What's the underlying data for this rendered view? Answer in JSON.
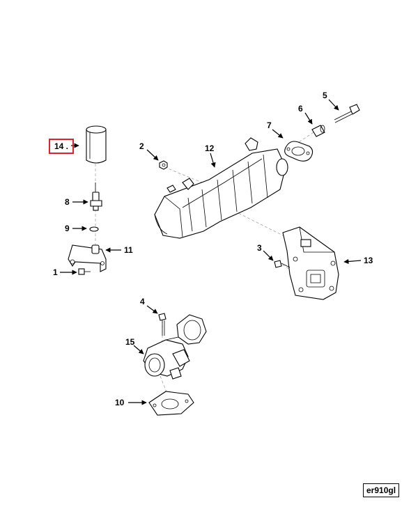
{
  "callouts": {
    "c1": "1",
    "c2": "2",
    "c3": "3",
    "c4": "4",
    "c5": "5",
    "c6": "6",
    "c7": "7",
    "c8": "8",
    "c9": "9",
    "c10": "10",
    "c11": "11",
    "c12": "12",
    "c13": "13",
    "c14": "14 .",
    "c15": "15"
  },
  "highlight_color": "#e0212b",
  "reference_code": "er910gl"
}
